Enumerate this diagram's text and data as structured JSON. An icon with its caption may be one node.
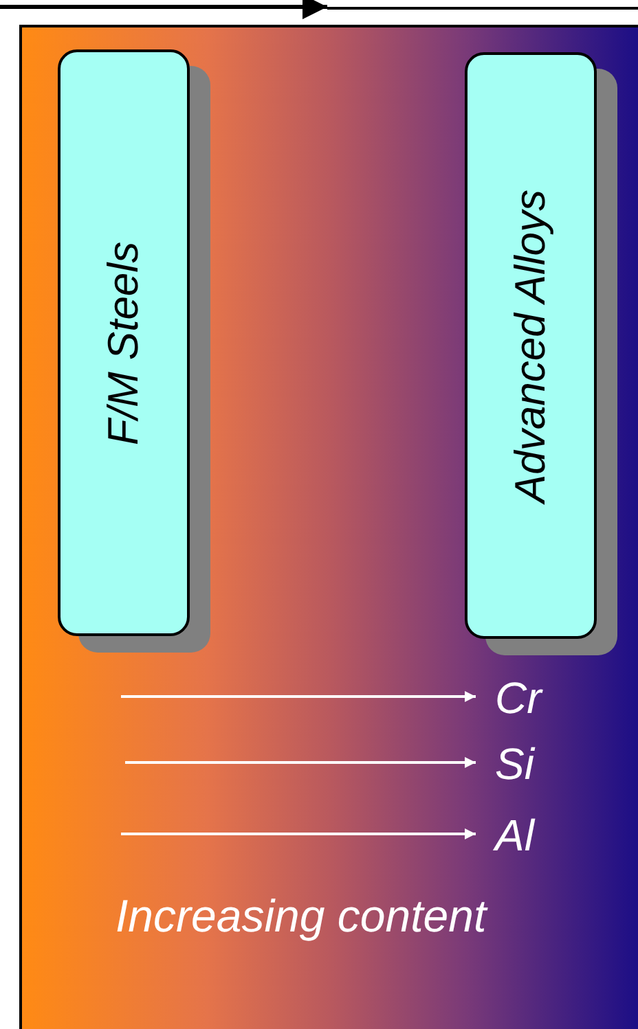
{
  "diagram": {
    "nodes": [
      {
        "text": [
          "F/M Steels"
        ]
      },
      {
        "text": [
          "Advanced Alloys"
        ]
      },
      {
        "text": [
          "Cr"
        ]
      },
      {
        "text": [
          "Si"
        ]
      },
      {
        "text": [
          "Al"
        ]
      }
    ],
    "edges": [
      {
        "from": null,
        "to": 2,
        "arrow": "to"
      },
      {
        "from": null,
        "to": 3,
        "arrow": "to"
      },
      {
        "from": null,
        "to": 4,
        "arrow": "to"
      }
    ],
    "labels": [
      "Increasing content"
    ]
  }
}
